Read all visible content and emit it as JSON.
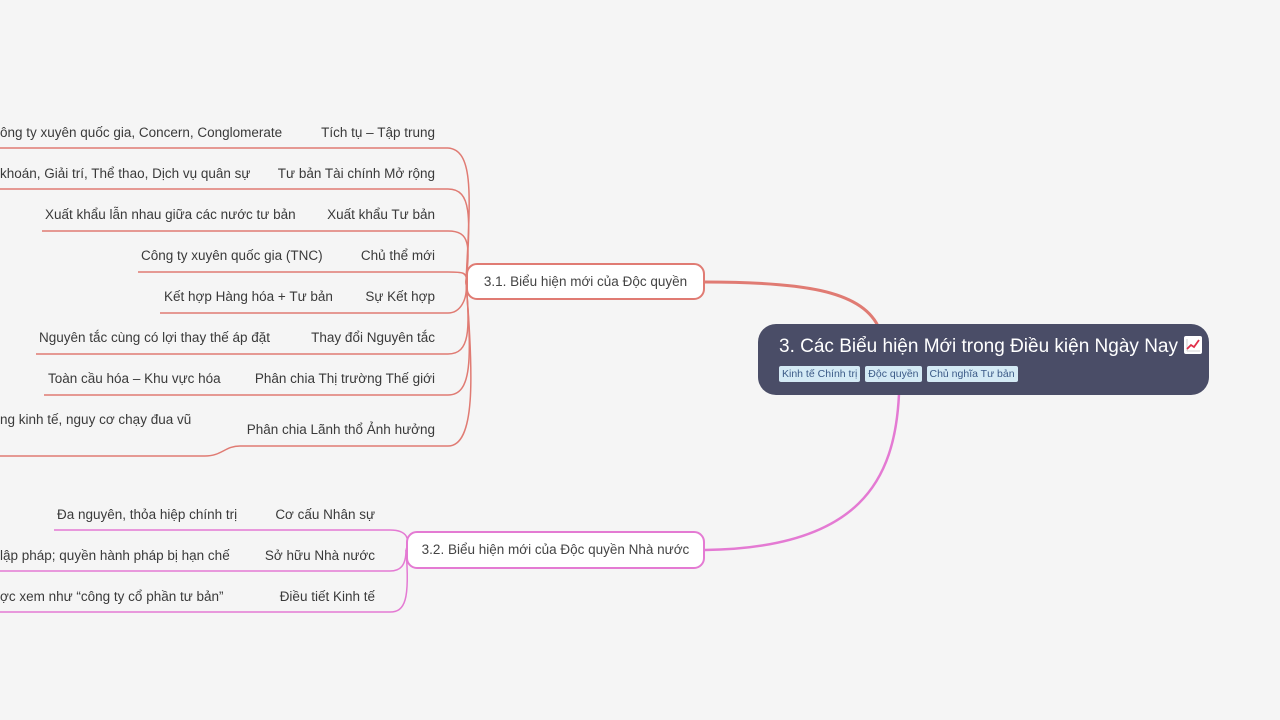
{
  "central": {
    "title": "3. Các Biểu hiện Mới trong Điều kiện Ngày Nay",
    "icon": "chart-increasing-icon",
    "tags": [
      "Kinh tế Chính trị",
      "Độc quyền",
      "Chủ nghĩa Tư bản"
    ]
  },
  "branches": [
    {
      "label": "3.1. Biểu hiện mới của Độc quyền",
      "color": "#e07b73",
      "children": [
        {
          "label": "Tích tụ – Tập trung",
          "detail": "ông ty xuyên quốc gia, Concern, Conglomerate"
        },
        {
          "label": "Tư bản Tài chính Mở rộng",
          "detail": "khoán, Giải trí, Thể thao, Dịch vụ quân sự"
        },
        {
          "label": "Xuất khẩu Tư bản",
          "detail": "Xuất khẩu lẫn nhau giữa các nước tư bản"
        },
        {
          "label": "Chủ thể mới",
          "detail": "Công ty xuyên quốc gia (TNC)"
        },
        {
          "label": "Sự Kết hợp",
          "detail": "Kết hợp Hàng hóa + Tư bản"
        },
        {
          "label": "Thay đổi Nguyên tắc",
          "detail": "Nguyên tắc cùng có lợi thay thế áp đặt"
        },
        {
          "label": "Phân chia Thị trường Thế giới",
          "detail": "Toàn cầu hóa – Khu vực hóa"
        },
        {
          "label": "Phân chia Lãnh thổ Ảnh hưởng",
          "detail": "ng kinh tế, nguy cơ chạy đua vũ"
        }
      ]
    },
    {
      "label": "3.2. Biểu hiện mới của Độc quyền Nhà nước",
      "color": "#e47ad3",
      "children": [
        {
          "label": "Cơ cấu Nhân sự",
          "detail": "Đa nguyên, thỏa hiệp chính trị"
        },
        {
          "label": "Sở hữu Nhà nước",
          "detail": "lập pháp; quyền hành pháp bị hạn chế"
        },
        {
          "label": "Điều tiết Kinh tế",
          "detail": "ợc xem như “công ty cổ phần tư bản”"
        }
      ]
    }
  ]
}
